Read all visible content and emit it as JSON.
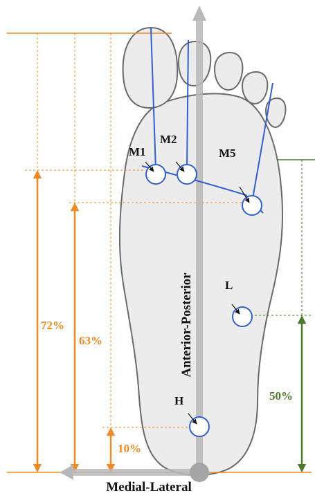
{
  "figure": {
    "axes": {
      "anterior_posterior": "Anterior-Posterior",
      "medial_lateral": "Medial-Lateral"
    },
    "markers": {
      "m1": "M1",
      "m2": "M2",
      "m5": "M5",
      "l": "L",
      "h": "H"
    },
    "percentages": {
      "p72": "72%",
      "p63": "63%",
      "p10": "10%",
      "p50": "50%"
    },
    "colors": {
      "orange": "#f08a24",
      "green": "#4a7a2a",
      "blue": "#2f5fd0",
      "axis_gray": "#b9b9b9",
      "foot_fill": "#ececec",
      "foot_outline": "#6a6a6a"
    }
  }
}
